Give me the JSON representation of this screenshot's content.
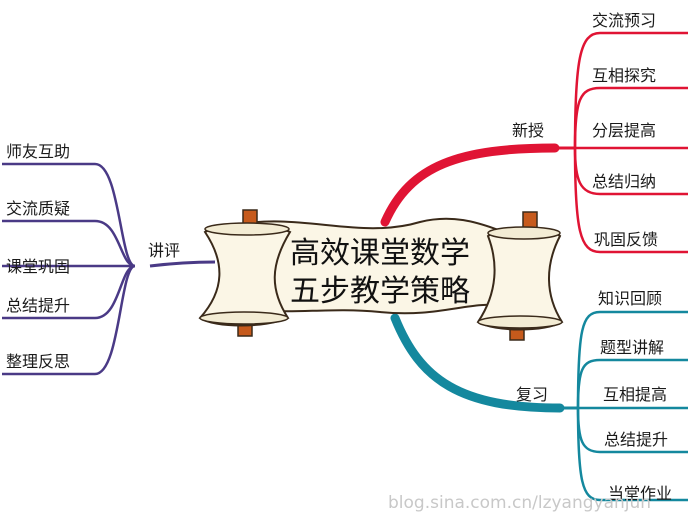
{
  "diagram": {
    "title_line1": "高效课堂数学",
    "title_line2": "五步教学策略",
    "branches": {
      "left": {
        "label": "讲评",
        "color": "#4a3a86",
        "items": [
          "师友互助",
          "交流质疑",
          "课堂巩固",
          "总结提升",
          "整理反思"
        ]
      },
      "top_right": {
        "label": "新授",
        "color": "#e01434",
        "items": [
          "交流预习",
          "互相探究",
          "分层提高",
          "总结归纳",
          "巩固反馈"
        ]
      },
      "bottom_right": {
        "label": "复习",
        "color": "#14889e",
        "items": [
          "知识回顾",
          "题型讲解",
          "互相提高",
          "总结提升",
          "当堂作业"
        ]
      }
    }
  },
  "watermark": "blog.sina.com.cn/lzyangyanjun"
}
